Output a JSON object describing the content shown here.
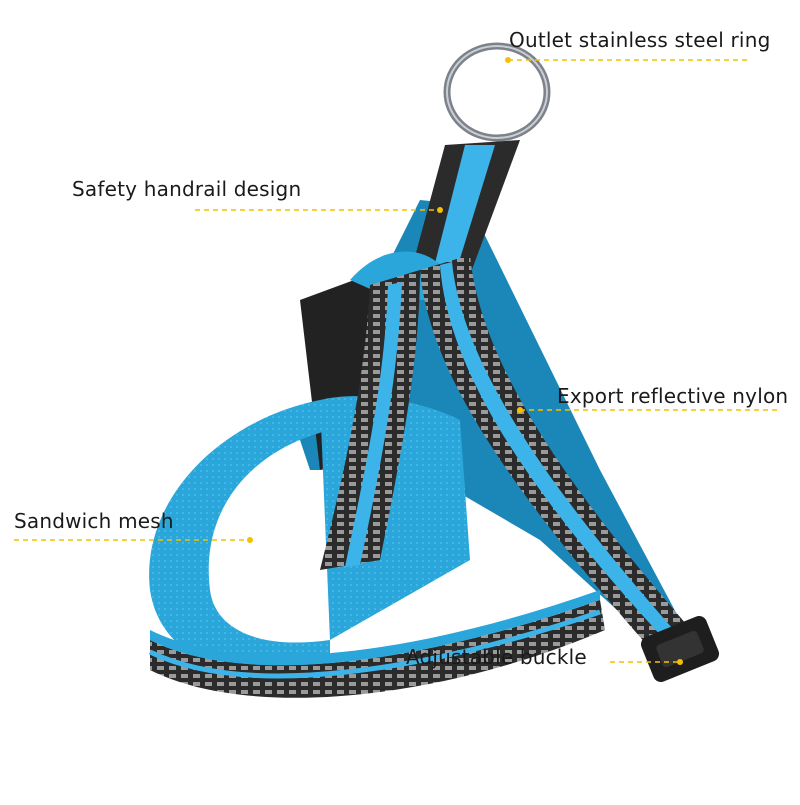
{
  "labels": {
    "ring": "Outlet stainless steel ring",
    "handle": "Safety handrail design",
    "nylon": "Export reflective nylon",
    "mesh": "Sandwich mesh",
    "buckle": "Adjustable buckle"
  },
  "colors": {
    "mesh_blue": "#2aa6da",
    "mesh_blue_dark": "#1b86b8",
    "strap_black": "#2b2b2b",
    "reflective_gray": "#9a9a9a",
    "accent_blue": "#3cb4ea",
    "leader_yellow": "#f2c200",
    "ring_steel": "#8a8f96"
  }
}
